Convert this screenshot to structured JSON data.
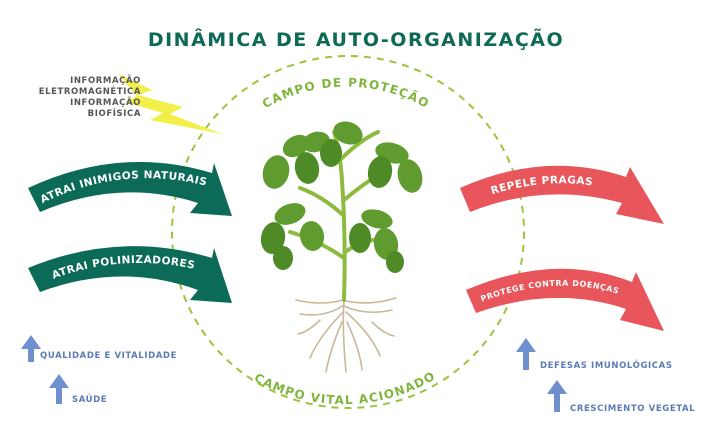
{
  "title": "DINÂMICA DE AUTO-ORGANIZAÇÃO",
  "field": {
    "top_label": "CAMPO DE PROTEÇÃO",
    "bottom_label": "CAMPO VITAL ACIONADO"
  },
  "info_lines": [
    "INFORMAÇÃO",
    "ELETROMAGNÉTICA",
    "INFORMAÇÃO",
    "BIOFÍSICA"
  ],
  "left_arrows": [
    "ATRAI INIMIGOS NATURAIS",
    "ATRAI POLINIZADORES"
  ],
  "right_arrows": [
    "REPELE PRAGAS",
    "PROTEGE CONTRA DOENÇAS"
  ],
  "left_benefits": [
    "QUALIDADE E VITALIDADE",
    "SAÚDE"
  ],
  "right_benefits": [
    "DEFESAS IMUNOLÓGICAS",
    "CRESCIMENTO VEGETAL"
  ],
  "colors": {
    "title": "#0e6a55",
    "green_arrow": "#0b6b57",
    "red_arrow": "#e8555a",
    "field_circle": "#9bc43c",
    "lightning": "#f2ee4a",
    "benefit_arrow": "#6f8fcf",
    "benefit_text": "#5b7bb7"
  },
  "icons": {
    "lightning": "lightning-bolt-icon",
    "benefit": "up-arrow-icon",
    "plant": "seedling-with-roots-illustration"
  }
}
